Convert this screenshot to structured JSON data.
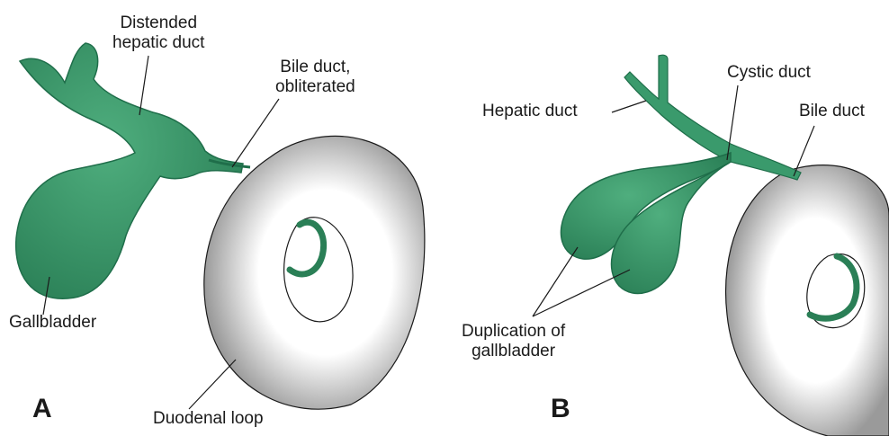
{
  "panels": {
    "a": {
      "letter": "A",
      "labels": {
        "hepatic_line1": "Distended",
        "hepatic_line2": "hepatic duct",
        "bile_line1": "Bile duct,",
        "bile_line2": "obliterated",
        "gallbladder": "Gallbladder",
        "duodenal": "Duodenal loop"
      }
    },
    "b": {
      "letter": "B",
      "labels": {
        "hepatic": "Hepatic duct",
        "cystic": "Cystic duct",
        "bile": "Bile duct",
        "dup_line1": "Duplication of",
        "dup_line2": "gallbladder"
      }
    }
  },
  "colors": {
    "organ_green": "#3a9a6c",
    "organ_dark": "#1f6e4a",
    "duodenum_fill": "#ffffff",
    "duodenum_stipple": "#8a8a8a",
    "outline": "#1a1a1a"
  }
}
